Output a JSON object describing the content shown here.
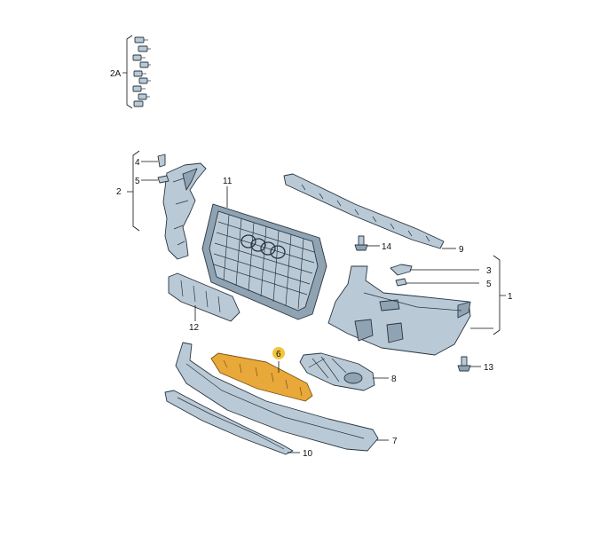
{
  "callouts": {
    "c2a": "2A",
    "c1": "1",
    "c2": "2",
    "c3": "3",
    "c4": "4",
    "c5a": "5",
    "c5b": "5",
    "c6": "6",
    "c7": "7",
    "c8": "8",
    "c9": "9",
    "c10": "10",
    "c11": "11",
    "c12": "12",
    "c13": "13",
    "c14": "14"
  },
  "colors": {
    "part_fill": "#b9cad6",
    "part_shadow": "#8fa3b3",
    "highlight": "#e8a93a",
    "highlight_circle": "#f2c53d",
    "line": "#2a3440"
  }
}
